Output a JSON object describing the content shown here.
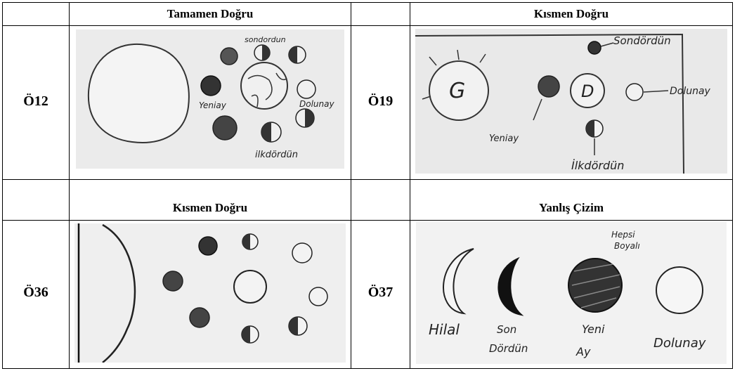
{
  "table": {
    "headers": {
      "top_left": "Tamamen Doğru",
      "top_right": "Kısmen Doğru",
      "bottom_left": "Kısmen Doğru",
      "bottom_right": "Yanlış Çizim"
    },
    "row_labels": {
      "r1_left": "Ö12",
      "r1_right": "Ö19",
      "r2_left": "Ö36",
      "r2_right": "Ö37"
    }
  },
  "drawings": {
    "o12": {
      "label_top": "sondordun",
      "label_left": "Yeniay",
      "label_right": "Dolunay",
      "label_bottom": "ilkdördün"
    },
    "o19": {
      "sun_letter": "G",
      "earth_letter": "D",
      "label_top": "Sondördün",
      "label_right": "Dolunay",
      "label_left": "Yeniay",
      "label_bottom": "İlkdördün"
    },
    "o37": {
      "label_top1": "Hepsi",
      "label_top2": "Boyalı",
      "label_1": "Hilal",
      "label_2a": "Son",
      "label_2b": "Dördün",
      "label_3a": "Yeni",
      "label_3b": "Ay",
      "label_4": "Dolunay"
    }
  }
}
